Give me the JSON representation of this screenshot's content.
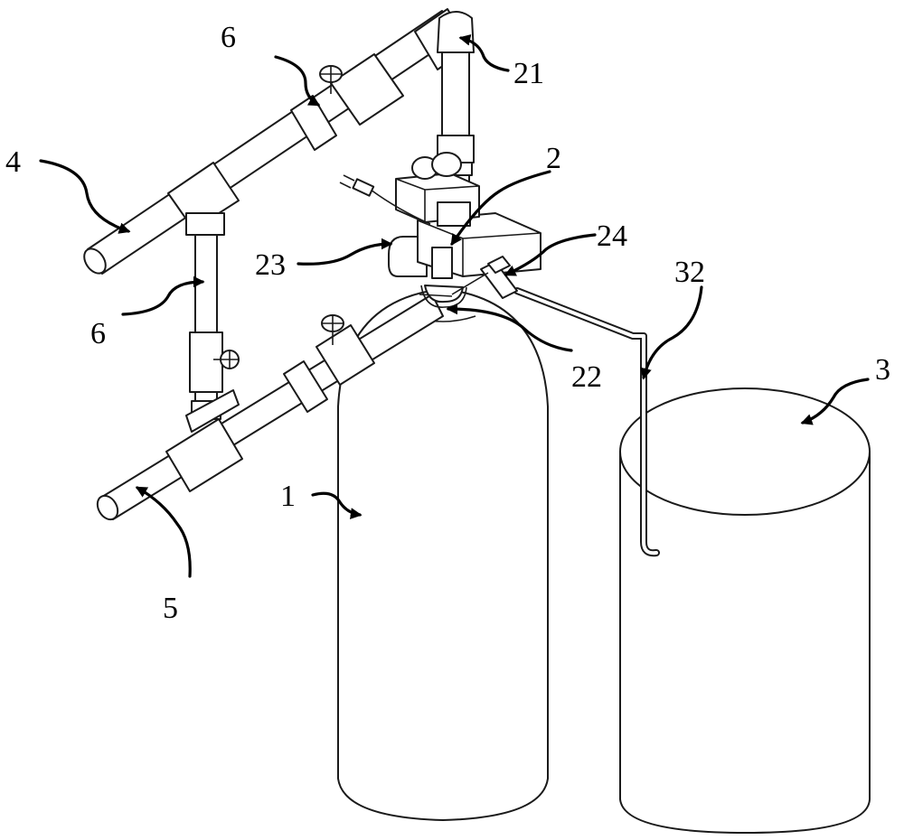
{
  "labels": {
    "l1": "1",
    "l2": "2",
    "l3": "3",
    "l4": "4",
    "l5": "5",
    "l6a": "6",
    "l6b": "6",
    "l21": "21",
    "l22": "22",
    "l23": "23",
    "l24": "24",
    "l32": "32"
  },
  "colors": {
    "line": "#1a1a1a",
    "fill": "#ffffff",
    "background": "#ffffff"
  }
}
